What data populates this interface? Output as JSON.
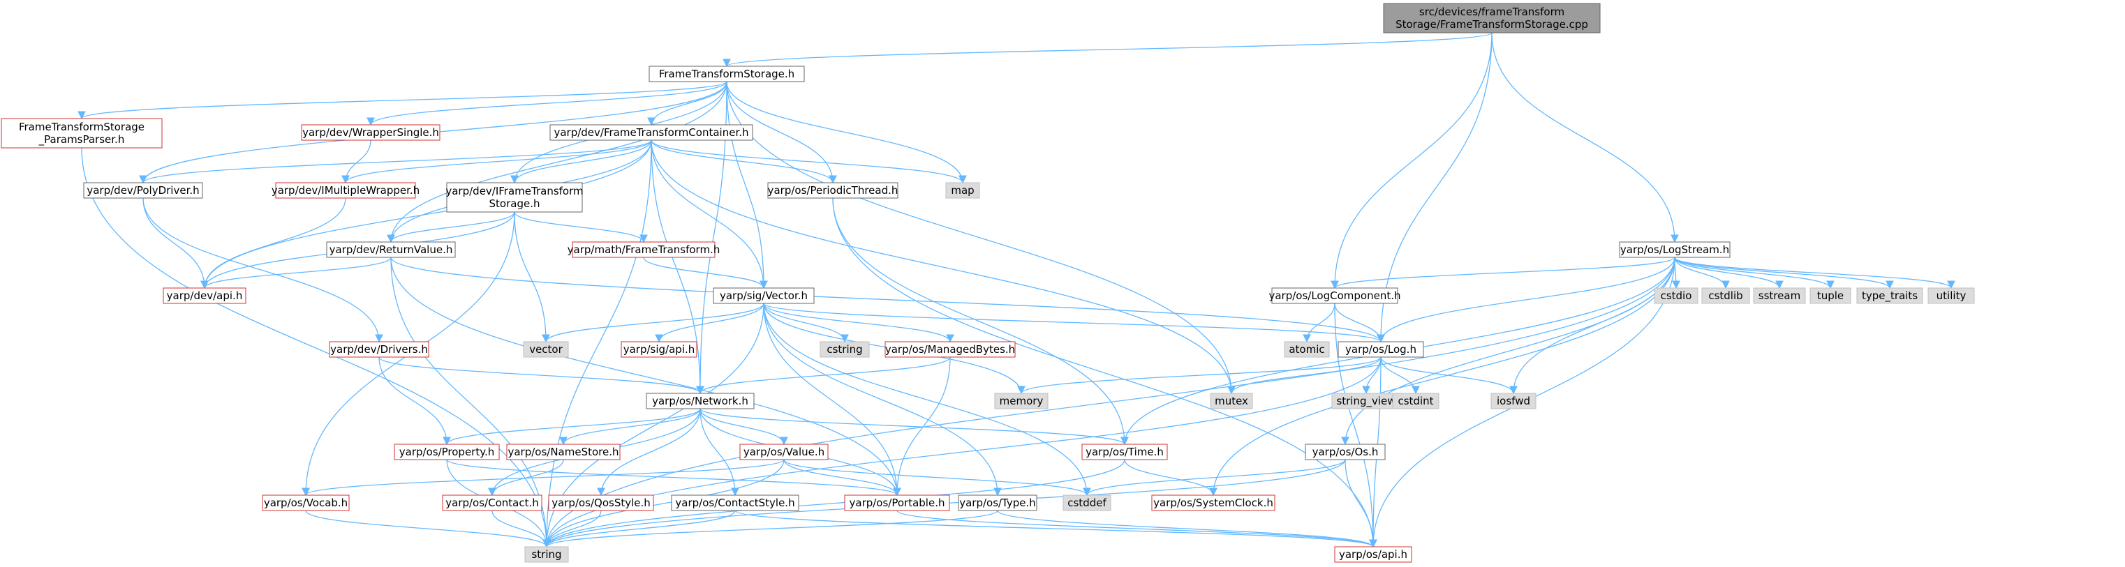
{
  "root": {
    "lines": [
      "src/devices/frameTransform",
      "Storage/FrameTransformStorage.cpp"
    ]
  },
  "colors": {
    "edge": "#63b8ff",
    "node_border_normal": "#666666",
    "node_border_red": "#d0302c",
    "node_fill_normal": "#ffffff",
    "node_fill_external": "#dcdcdc",
    "node_fill_root": "#9c9c9c",
    "external_border": "#bfbfbf"
  },
  "nodes": [
    {
      "id": "root",
      "lines": [
        "src/devices/frameTransform",
        "Storage/FrameTransformStorage.cpp"
      ],
      "kind": "root"
    },
    {
      "id": "fts_h",
      "lines": [
        "FrameTransformStorage.h"
      ],
      "kind": "normal"
    },
    {
      "id": "ftsp",
      "lines": [
        "FrameTransformStorage",
        "_ParamsParser.h"
      ],
      "kind": "red"
    },
    {
      "id": "wrapper_single",
      "lines": [
        "yarp/dev/WrapperSingle.h"
      ],
      "kind": "red"
    },
    {
      "id": "ftc",
      "lines": [
        "yarp/dev/FrameTransformContainer.h"
      ],
      "kind": "normal"
    },
    {
      "id": "polydriver",
      "lines": [
        "yarp/dev/PolyDriver.h"
      ],
      "kind": "normal"
    },
    {
      "id": "imultiple",
      "lines": [
        "yarp/dev/IMultipleWrapper.h"
      ],
      "kind": "red"
    },
    {
      "id": "iftstorage",
      "lines": [
        "yarp/dev/IFrameTransform",
        "Storage.h"
      ],
      "kind": "normal"
    },
    {
      "id": "map",
      "lines": [
        "map"
      ],
      "kind": "external"
    },
    {
      "id": "periodic",
      "lines": [
        "yarp/os/PeriodicThread.h"
      ],
      "kind": "normal"
    },
    {
      "id": "retval",
      "lines": [
        "yarp/dev/ReturnValue.h"
      ],
      "kind": "normal"
    },
    {
      "id": "mathft",
      "lines": [
        "yarp/math/FrameTransform.h"
      ],
      "kind": "red"
    },
    {
      "id": "devapi",
      "lines": [
        "yarp/dev/api.h"
      ],
      "kind": "red"
    },
    {
      "id": "vector_h",
      "lines": [
        "yarp/sig/Vector.h"
      ],
      "kind": "normal"
    },
    {
      "id": "drivers",
      "lines": [
        "yarp/dev/Drivers.h"
      ],
      "kind": "red"
    },
    {
      "id": "vector",
      "lines": [
        "vector"
      ],
      "kind": "external"
    },
    {
      "id": "sigapi",
      "lines": [
        "yarp/sig/api.h"
      ],
      "kind": "red"
    },
    {
      "id": "cstring",
      "lines": [
        "cstring"
      ],
      "kind": "external"
    },
    {
      "id": "managed",
      "lines": [
        "yarp/os/ManagedBytes.h"
      ],
      "kind": "red"
    },
    {
      "id": "memory",
      "lines": [
        "memory"
      ],
      "kind": "external"
    },
    {
      "id": "network",
      "lines": [
        "yarp/os/Network.h"
      ],
      "kind": "normal"
    },
    {
      "id": "property",
      "lines": [
        "yarp/os/Property.h"
      ],
      "kind": "red"
    },
    {
      "id": "namestore",
      "lines": [
        "yarp/os/NameStore.h"
      ],
      "kind": "red"
    },
    {
      "id": "value",
      "lines": [
        "yarp/os/Value.h"
      ],
      "kind": "red"
    },
    {
      "id": "time",
      "lines": [
        "yarp/os/Time.h"
      ],
      "kind": "red"
    },
    {
      "id": "vocab",
      "lines": [
        "yarp/os/Vocab.h"
      ],
      "kind": "red"
    },
    {
      "id": "contact",
      "lines": [
        "yarp/os/Contact.h"
      ],
      "kind": "red"
    },
    {
      "id": "qos",
      "lines": [
        "yarp/os/QosStyle.h"
      ],
      "kind": "red"
    },
    {
      "id": "cstyle",
      "lines": [
        "yarp/os/ContactStyle.h"
      ],
      "kind": "normal"
    },
    {
      "id": "portable",
      "lines": [
        "yarp/os/Portable.h"
      ],
      "kind": "red"
    },
    {
      "id": "type",
      "lines": [
        "yarp/os/Type.h"
      ],
      "kind": "normal"
    },
    {
      "id": "cstddef",
      "lines": [
        "cstddef"
      ],
      "kind": "external"
    },
    {
      "id": "string",
      "lines": [
        "string"
      ],
      "kind": "external"
    },
    {
      "id": "osapi",
      "lines": [
        "yarp/os/api.h"
      ],
      "kind": "red"
    },
    {
      "id": "sysclock",
      "lines": [
        "yarp/os/SystemClock.h"
      ],
      "kind": "red"
    },
    {
      "id": "os_h",
      "lines": [
        "yarp/os/Os.h"
      ],
      "kind": "normal"
    },
    {
      "id": "mutex",
      "lines": [
        "mutex"
      ],
      "kind": "external"
    },
    {
      "id": "atomic",
      "lines": [
        "atomic"
      ],
      "kind": "external"
    },
    {
      "id": "logcomp",
      "lines": [
        "yarp/os/LogComponent.h"
      ],
      "kind": "normal"
    },
    {
      "id": "log",
      "lines": [
        "yarp/os/Log.h"
      ],
      "kind": "normal"
    },
    {
      "id": "string_view",
      "lines": [
        "string_view"
      ],
      "kind": "external"
    },
    {
      "id": "cstdint",
      "lines": [
        "cstdint"
      ],
      "kind": "external"
    },
    {
      "id": "iosfwd",
      "lines": [
        "iosfwd"
      ],
      "kind": "external"
    },
    {
      "id": "logstream",
      "lines": [
        "yarp/os/LogStream.h"
      ],
      "kind": "normal"
    },
    {
      "id": "cstdio",
      "lines": [
        "cstdio"
      ],
      "kind": "external"
    },
    {
      "id": "cstdlib",
      "lines": [
        "cstdlib"
      ],
      "kind": "external"
    },
    {
      "id": "sstream",
      "lines": [
        "sstream"
      ],
      "kind": "external"
    },
    {
      "id": "tuple",
      "lines": [
        "tuple"
      ],
      "kind": "external"
    },
    {
      "id": "type_traits",
      "lines": [
        "type_traits"
      ],
      "kind": "external"
    },
    {
      "id": "utility",
      "lines": [
        "utility"
      ],
      "kind": "external"
    }
  ],
  "edges": [
    [
      "root",
      "fts_h"
    ],
    [
      "root",
      "logcomp"
    ],
    [
      "root",
      "logstream"
    ],
    [
      "root",
      "log"
    ],
    [
      "fts_h",
      "ftsp"
    ],
    [
      "fts_h",
      "wrapper_single"
    ],
    [
      "fts_h",
      "ftc"
    ],
    [
      "fts_h",
      "polydriver"
    ],
    [
      "fts_h",
      "iftstorage"
    ],
    [
      "fts_h",
      "map"
    ],
    [
      "fts_h",
      "periodic"
    ],
    [
      "fts_h",
      "retval"
    ],
    [
      "fts_h",
      "vector_h"
    ],
    [
      "fts_h",
      "network"
    ],
    [
      "fts_h",
      "mutex"
    ],
    [
      "ftsp",
      "string"
    ],
    [
      "wrapper_single",
      "imultiple"
    ],
    [
      "ftc",
      "polydriver"
    ],
    [
      "ftc",
      "imultiple"
    ],
    [
      "ftc",
      "iftstorage"
    ],
    [
      "ftc",
      "map"
    ],
    [
      "ftc",
      "periodic"
    ],
    [
      "ftc",
      "retval"
    ],
    [
      "ftc",
      "devapi"
    ],
    [
      "ftc",
      "vector_h"
    ],
    [
      "ftc",
      "network"
    ],
    [
      "ftc",
      "mutex"
    ],
    [
      "ftc",
      "string"
    ],
    [
      "polydriver",
      "devapi"
    ],
    [
      "polydriver",
      "drivers"
    ],
    [
      "imultiple",
      "devapi"
    ],
    [
      "iftstorage",
      "retval"
    ],
    [
      "iftstorage",
      "mathft"
    ],
    [
      "iftstorage",
      "devapi"
    ],
    [
      "iftstorage",
      "vector"
    ],
    [
      "iftstorage",
      "vocab"
    ],
    [
      "periodic",
      "time"
    ],
    [
      "periodic",
      "osapi"
    ],
    [
      "retval",
      "devapi"
    ],
    [
      "retval",
      "string"
    ],
    [
      "retval",
      "log"
    ],
    [
      "retval",
      "portable"
    ],
    [
      "mathft",
      "vector_h"
    ],
    [
      "vector_h",
      "vector"
    ],
    [
      "vector_h",
      "sigapi"
    ],
    [
      "vector_h",
      "cstring"
    ],
    [
      "vector_h",
      "managed"
    ],
    [
      "vector_h",
      "memory"
    ],
    [
      "vector_h",
      "string"
    ],
    [
      "vector_h",
      "log"
    ],
    [
      "vector_h",
      "portable"
    ],
    [
      "vector_h",
      "type"
    ],
    [
      "vector_h",
      "cstddef"
    ],
    [
      "drivers",
      "network"
    ],
    [
      "drivers",
      "property"
    ],
    [
      "managed",
      "network"
    ],
    [
      "managed",
      "portable"
    ],
    [
      "network",
      "property"
    ],
    [
      "network",
      "namestore"
    ],
    [
      "network",
      "value"
    ],
    [
      "network",
      "time"
    ],
    [
      "network",
      "contact"
    ],
    [
      "network",
      "qos"
    ],
    [
      "network",
      "cstyle"
    ],
    [
      "network",
      "portable"
    ],
    [
      "property",
      "string"
    ],
    [
      "property",
      "portable"
    ],
    [
      "namestore",
      "contact"
    ],
    [
      "value",
      "vocab"
    ],
    [
      "value",
      "portable"
    ],
    [
      "value",
      "string"
    ],
    [
      "value",
      "cstddef"
    ],
    [
      "time",
      "sysclock"
    ],
    [
      "time",
      "string"
    ],
    [
      "vocab",
      "string"
    ],
    [
      "contact",
      "string"
    ],
    [
      "qos",
      "string"
    ],
    [
      "cstyle",
      "string"
    ],
    [
      "cstyle",
      "osapi"
    ],
    [
      "portable",
      "osapi"
    ],
    [
      "type",
      "string"
    ],
    [
      "type",
      "osapi"
    ],
    [
      "os_h",
      "cstddef"
    ],
    [
      "os_h",
      "string"
    ],
    [
      "os_h",
      "osapi"
    ],
    [
      "logcomp",
      "atomic"
    ],
    [
      "logcomp",
      "log"
    ],
    [
      "logcomp",
      "osapi"
    ],
    [
      "log",
      "memory"
    ],
    [
      "log",
      "mutex"
    ],
    [
      "log",
      "string_view"
    ],
    [
      "log",
      "cstdint"
    ],
    [
      "log",
      "iosfwd"
    ],
    [
      "log",
      "osapi"
    ],
    [
      "log",
      "string"
    ],
    [
      "logstream",
      "logcomp"
    ],
    [
      "logstream",
      "log"
    ],
    [
      "logstream",
      "cstdio"
    ],
    [
      "logstream",
      "cstdlib"
    ],
    [
      "logstream",
      "sstream"
    ],
    [
      "logstream",
      "tuple"
    ],
    [
      "logstream",
      "type_traits"
    ],
    [
      "logstream",
      "utility"
    ],
    [
      "logstream",
      "time"
    ],
    [
      "logstream",
      "os_h"
    ],
    [
      "logstream",
      "sysclock"
    ],
    [
      "logstream",
      "iosfwd"
    ],
    [
      "logstream",
      "string"
    ],
    [
      "logstream",
      "osapi"
    ]
  ]
}
